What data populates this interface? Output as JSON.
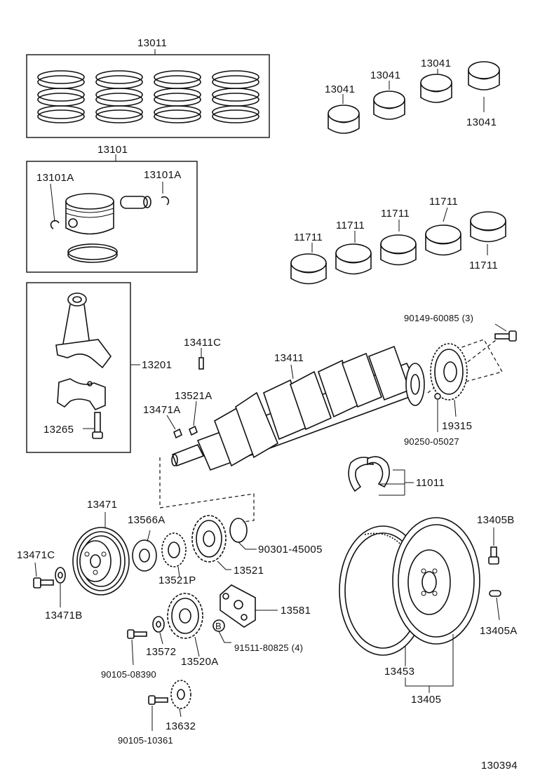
{
  "labels": {
    "l13011": "13011",
    "l13101": "13101",
    "l13101a_left": "13101A",
    "l13101a_right": "13101A",
    "l13041_1": "13041",
    "l13041_2": "13041",
    "l13041_3": "13041",
    "l13041_4": "13041",
    "l11711_1": "11711",
    "l11711_2": "11711",
    "l11711_3": "11711",
    "l11711_4": "11711",
    "l11711_5": "11711",
    "l90149": "90149-60085 (3)",
    "l13201": "13201",
    "l13265": "13265",
    "l13411c": "13411C",
    "l13411": "13411",
    "l13521a": "13521A",
    "l13471a": "13471A",
    "l19315": "19315",
    "l90250": "90250-05027",
    "l11011": "11011",
    "l13471": "13471",
    "l13566a": "13566A",
    "l90301": "90301-45005",
    "l13405b": "13405B",
    "l13471c": "13471C",
    "l13521": "13521",
    "l13521p": "13521P",
    "l13471b": "13471B",
    "l13581": "13581",
    "l91511": "91511-80825 (4)",
    "l13572": "13572",
    "l13520a": "13520A",
    "l90105_08390": "90105-08390",
    "l13405a": "13405A",
    "l13453": "13453",
    "l13405": "13405",
    "l13632": "13632",
    "l90105_10361": "90105-10361",
    "bolt_marker": "B",
    "page_ref": "130394"
  }
}
